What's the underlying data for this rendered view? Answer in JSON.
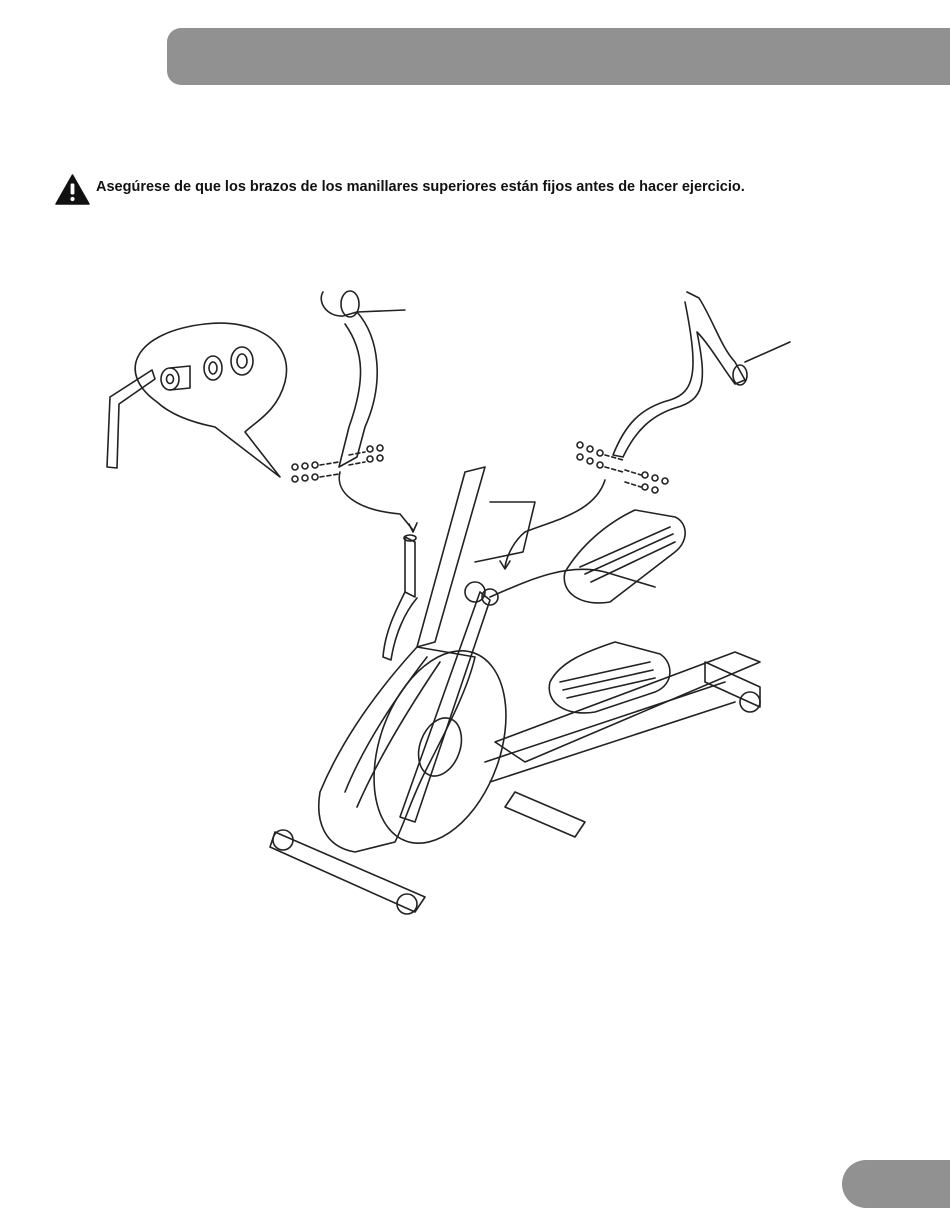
{
  "warning": {
    "icon": "warning-triangle-icon",
    "text": "Asegúrese de que los brazos de los manillares superiores están fijos antes de hacer ejercicio."
  },
  "diagram": {
    "subject": "elliptical trainer upper handlebar arm assembly",
    "parts": [
      "left-upper-handlebar-arm",
      "right-upper-handlebar-arm",
      "bolt",
      "lock-washer",
      "flat-washer",
      "hex-key"
    ]
  },
  "colors": {
    "header_bar": "#919191",
    "page_tab": "#919191",
    "line_art": "#222222"
  }
}
